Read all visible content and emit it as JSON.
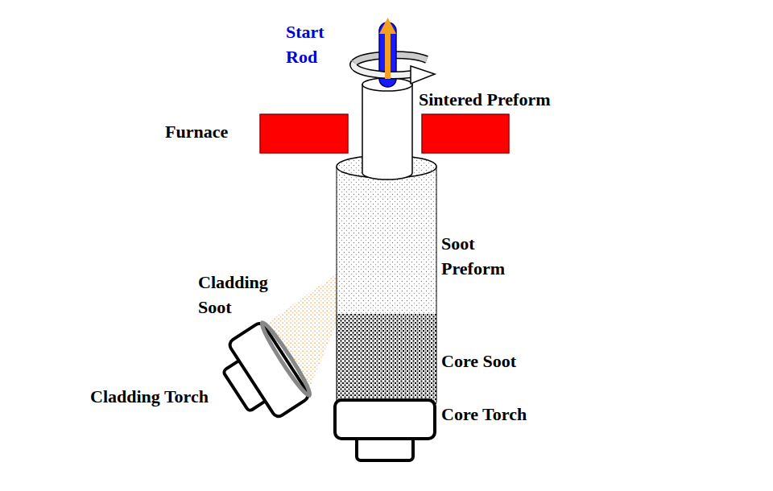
{
  "diagram": {
    "labels": [
      "Start Rod",
      "Sintered Preform",
      "Furnace",
      "Soot Preform",
      "Cladding Soot",
      "Core Soot",
      "Cladding Torch",
      "Core Torch"
    ]
  }
}
